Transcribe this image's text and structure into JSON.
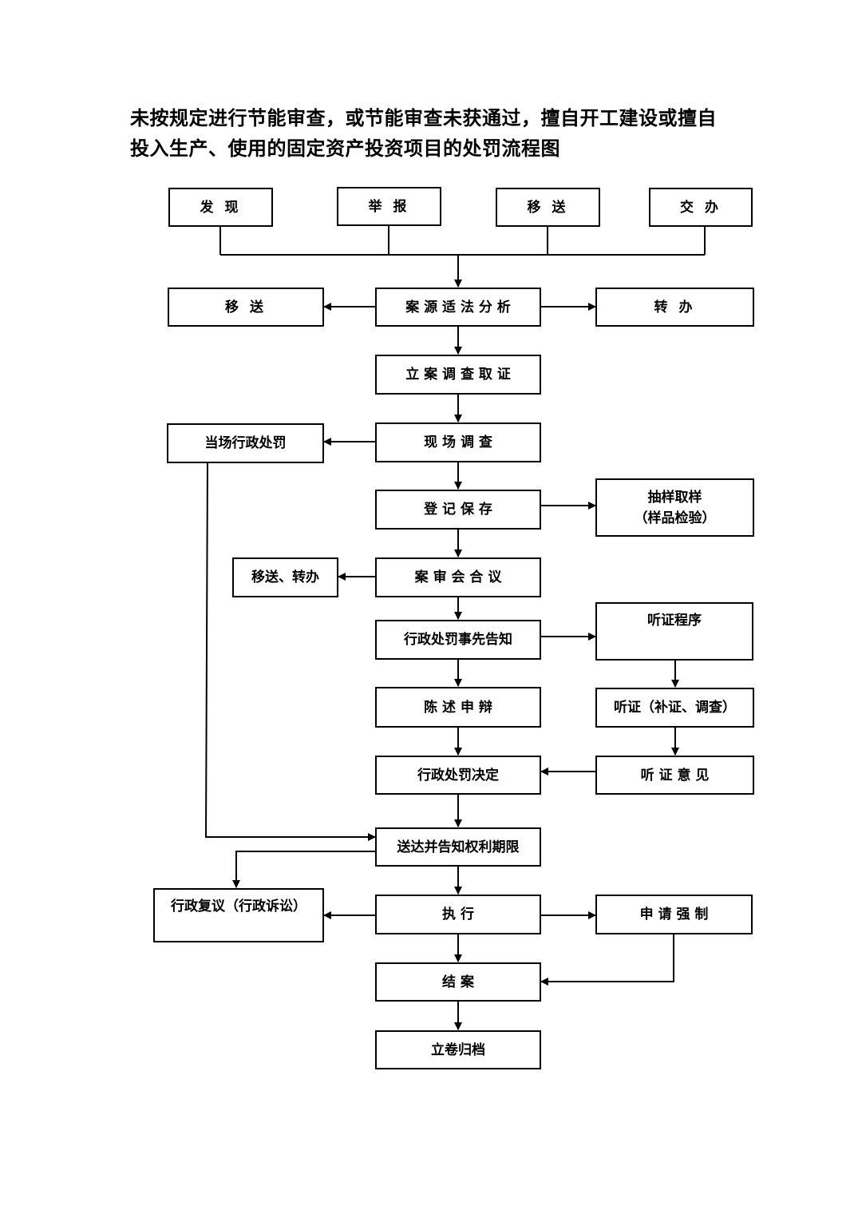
{
  "title": {
    "line1": "未按规定进行节能审查，或节能审查未获通过，擅自开工建设或擅自",
    "line2": "投入生产、使用的固定资产投资项目的处罚流程图"
  },
  "nodes": {
    "faxian": "发 现",
    "jubao": "举 报",
    "yisong_top": "移 送",
    "jiaoban": "交 办",
    "yisong_left": "移 送",
    "anyuan": "案 源 适 法 分 析",
    "zhuanban": "转 办",
    "lian": "立 案 调 查 取 证",
    "dangchang": "当场行政处罚",
    "xianchang": "现 场 调 查",
    "dengji": "登 记 保 存",
    "chouyang_line1": "抽样取样",
    "chouyang_line2": "（样品检验）",
    "yisong_zhuanban": "移送、转办",
    "anshen": "案 审 会 合 议",
    "shixian": "行政处罚事先告知",
    "tingzheng_chengxu": "听证程序",
    "chenshu": "陈 述 申 辩",
    "tingzheng": "听证（补证、调查）",
    "jueding": "行政处罚决定",
    "tingzheng_yijian": "听 证 意 见",
    "songda": "送达并告知权利期限",
    "fuyi": "行政复议（行政诉讼）",
    "zhixing": "执 行",
    "qiangzhi": "申 请 强 制",
    "jiean": "结 案",
    "juan": "立卷归档"
  }
}
